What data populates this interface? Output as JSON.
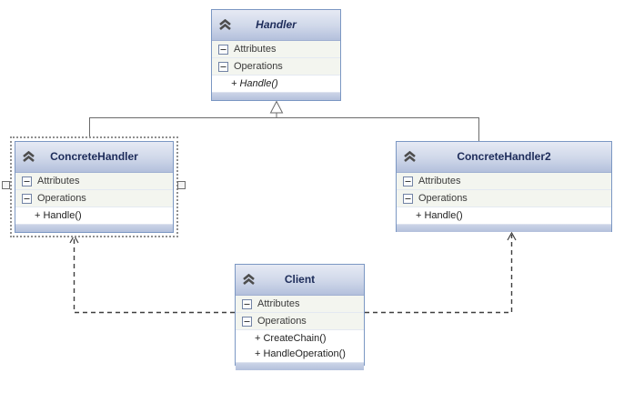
{
  "diagram_type": "uml-class-diagram",
  "classes": [
    {
      "id": "handler",
      "title": "Handler",
      "abstract": true,
      "attributes_label": "Attributes",
      "operations_label": "Operations",
      "methods": [
        "+ Handle()"
      ]
    },
    {
      "id": "concrete-handler",
      "title": "ConcreteHandler",
      "selected": true,
      "attributes_label": "Attributes",
      "operations_label": "Operations",
      "methods": [
        "+ Handle()"
      ]
    },
    {
      "id": "concrete-handler-2",
      "title": "ConcreteHandler2",
      "attributes_label": "Attributes",
      "operations_label": "Operations",
      "methods": [
        "+ Handle()"
      ]
    },
    {
      "id": "client",
      "title": "Client",
      "attributes_label": "Attributes",
      "operations_label": "Operations",
      "methods": [
        "+ CreateChain()",
        "+ HandleOperation()"
      ]
    }
  ],
  "relationships": [
    {
      "type": "inheritance",
      "from": "ConcreteHandler",
      "to": "Handler"
    },
    {
      "type": "inheritance",
      "from": "ConcreteHandler2",
      "to": "Handler"
    },
    {
      "type": "dependency",
      "from": "Client",
      "to": "ConcreteHandler"
    },
    {
      "type": "dependency",
      "from": "Client",
      "to": "ConcreteHandler2"
    }
  ],
  "colors": {
    "header_top": "#e6eaf4",
    "header_bottom": "#b3c0dc",
    "box_border": "#7b97c3",
    "row_background": "#f3f5ef",
    "title_text": "#1d2c5a",
    "inheritance_line": "#6b6b6b",
    "dependency_line": "#3f3f3f",
    "selection_border": "#8f8f8f"
  }
}
